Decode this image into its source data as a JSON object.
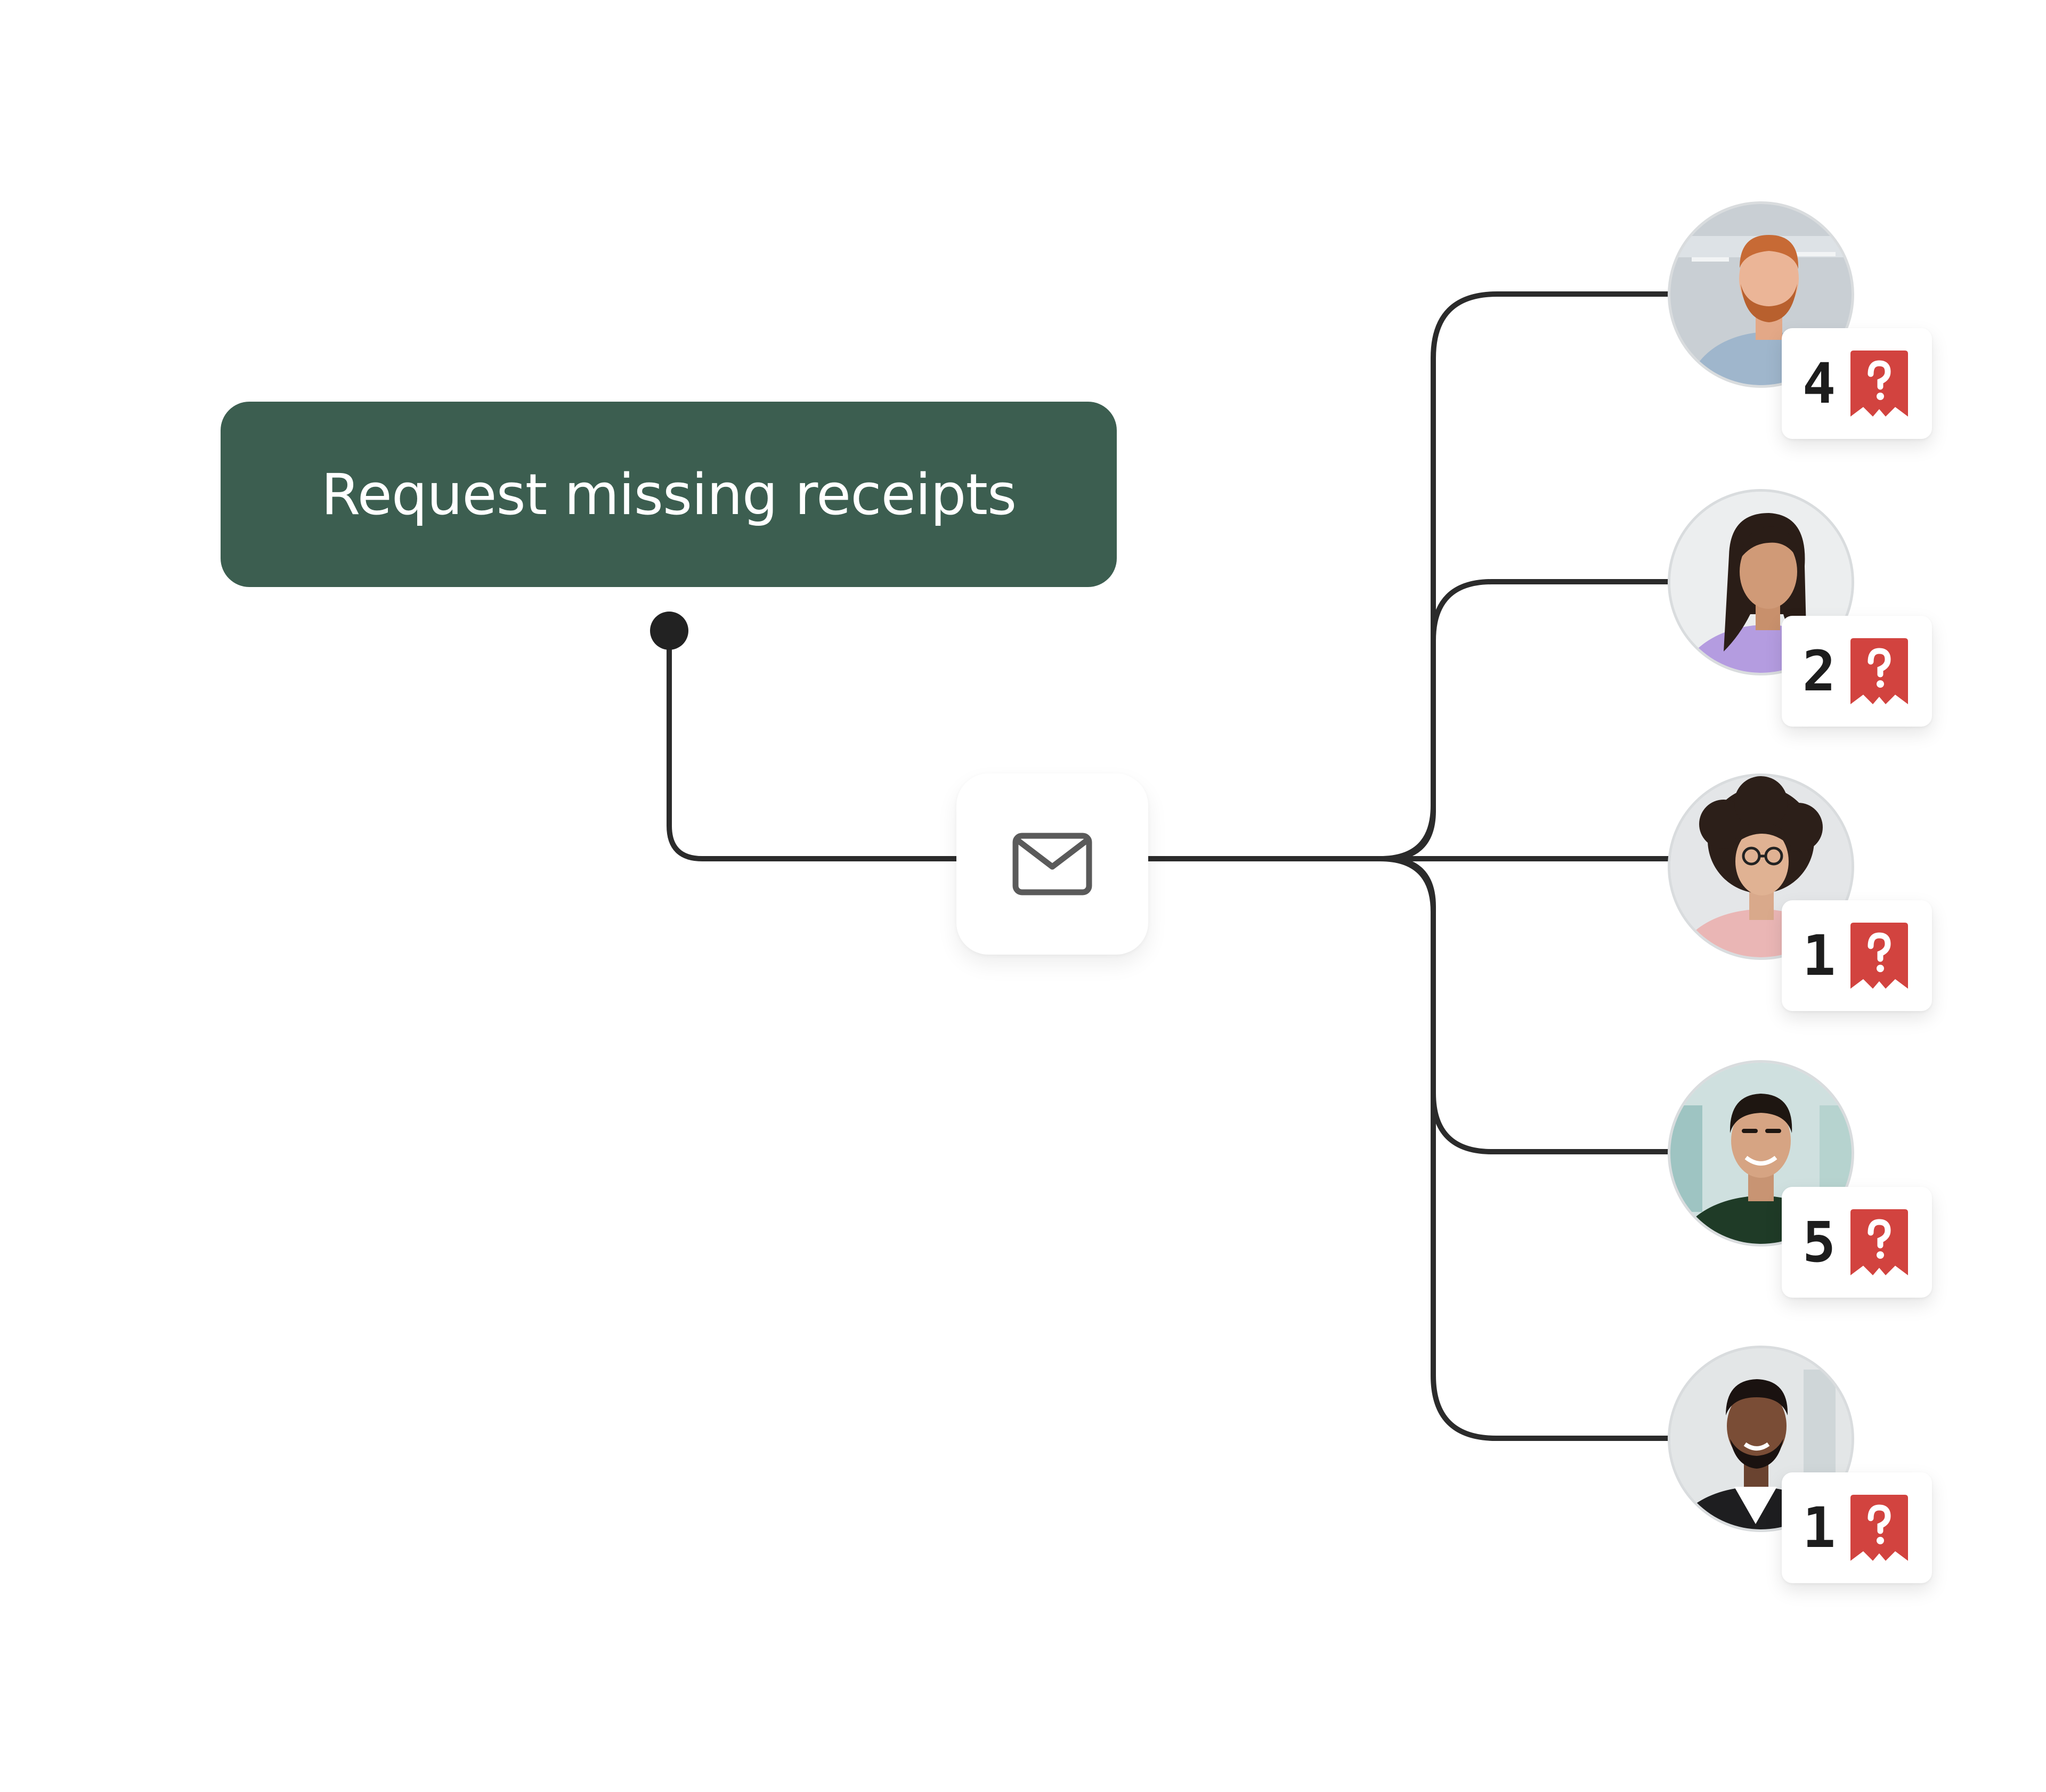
{
  "action": {
    "label": "Request missing receipts"
  },
  "mail_icon": "envelope-icon",
  "recipients": [
    {
      "id": "recipient-1",
      "count": "4",
      "icon": "receipt-question-icon"
    },
    {
      "id": "recipient-2",
      "count": "2",
      "icon": "receipt-question-icon"
    },
    {
      "id": "recipient-3",
      "count": "1",
      "icon": "receipt-question-icon"
    },
    {
      "id": "recipient-4",
      "count": "5",
      "icon": "receipt-question-icon"
    },
    {
      "id": "recipient-5",
      "count": "1",
      "icon": "receipt-question-icon"
    }
  ],
  "colors": {
    "action_background": "#3c5e50",
    "connector": "#2b2b2b",
    "receipt_badge": "#d2433f"
  }
}
